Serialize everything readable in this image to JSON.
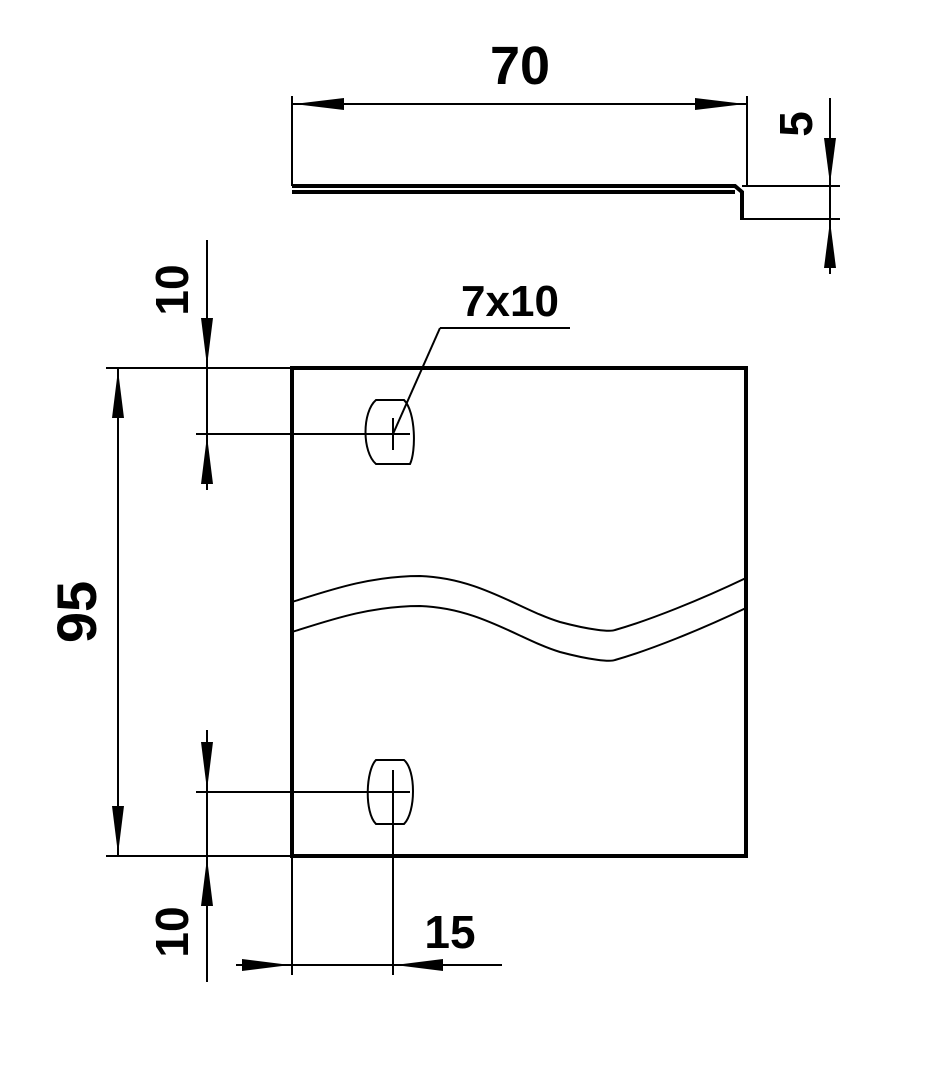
{
  "dimensions": {
    "side_length": "70",
    "side_height": "5",
    "top_offset": "10",
    "slot_size": "7x10",
    "plate_height": "95",
    "bottom_offset": "10",
    "slot_from_edge": "15"
  },
  "colors": {
    "line": "#000000",
    "background": "#ffffff"
  }
}
